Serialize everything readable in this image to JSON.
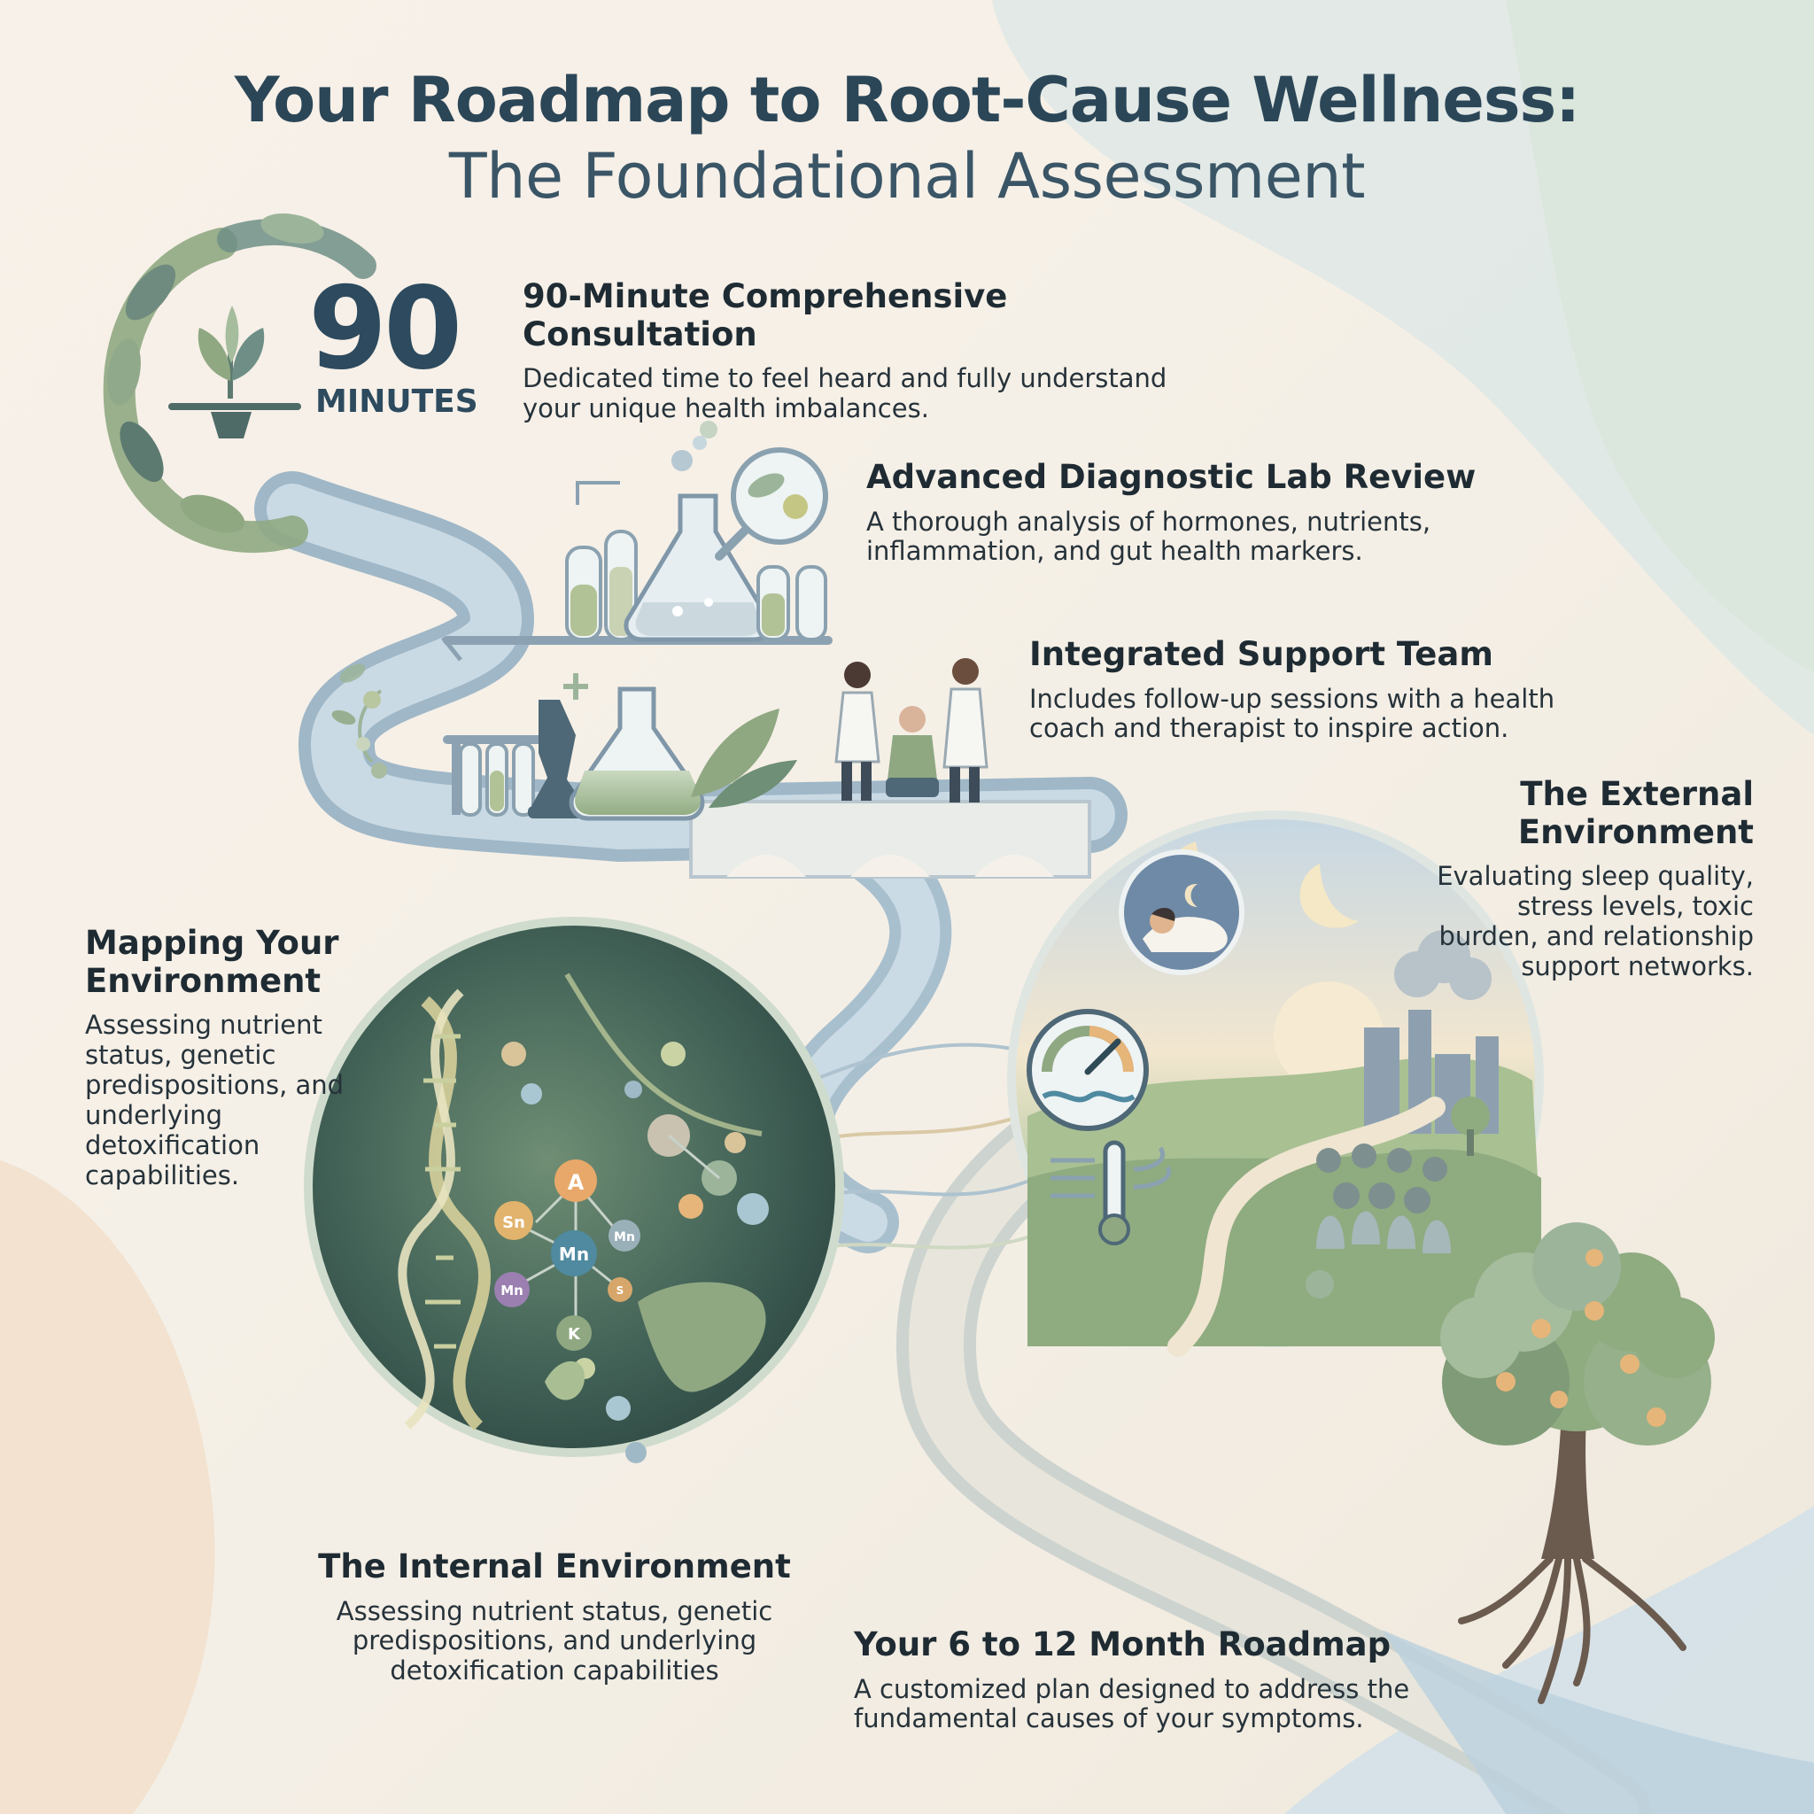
{
  "title": {
    "main": "Your Roadmap to Root-Cause Wellness:",
    "sub": "The Foundational Assessment"
  },
  "badge": {
    "number": "90",
    "unit": "MINUTES"
  },
  "steps": {
    "consultation": {
      "heading": "90-Minute Comprehensive Consultation",
      "body": "Dedicated time to feel heard and fully understand your unique health imbalances."
    },
    "lab_review": {
      "heading": "Advanced Diagnostic Lab Review",
      "body": "A thorough analysis of hormones, nutrients, inflammation, and gut health markers."
    },
    "support_team": {
      "heading": "Integrated Support Team",
      "body": "Includes follow-up sessions with a health coach and therapist to inspire action."
    },
    "external_env": {
      "heading": "The External Environment",
      "body": "Evaluating sleep quality, stress levels, toxic burden, and relationship support networks."
    },
    "mapping_env": {
      "heading": "Mapping Your Environment",
      "body": "Assessing nutrient status, genetic predispositions, and underlying detoxification capabilities."
    },
    "internal_env": {
      "heading": "The Internal Environment",
      "body": "Assessing nutrient status, genetic predispositions, and underlying detoxification capabilities"
    },
    "roadmap": {
      "heading": "Your 6 to 12 Month Roadmap",
      "body": "A customized plan designed to address the fundamental causes of your symptoms."
    }
  },
  "elements": {
    "a": "A",
    "sn": "Sn",
    "mn1": "Mn",
    "mn2": "Mn",
    "mn3": "Mn",
    "s": "S",
    "k": "K"
  },
  "colors": {
    "heading": "#1f2b33",
    "title": "#2b4657",
    "path": "#b4c9d6",
    "sage": "#8fa882",
    "deep_green": "#3f5b4d"
  }
}
